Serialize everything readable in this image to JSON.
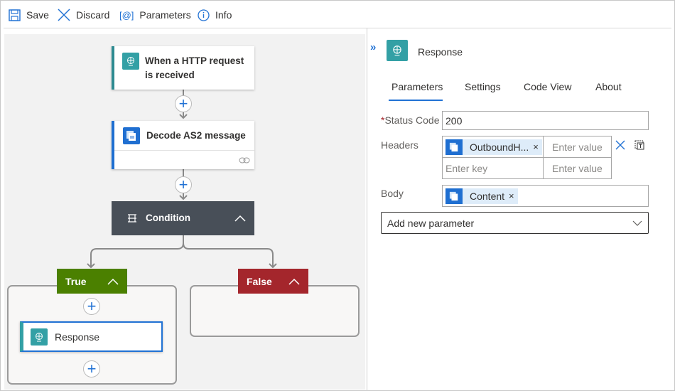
{
  "toolbar": {
    "save": "Save",
    "discard": "Discard",
    "parameters": "Parameters",
    "info": "Info"
  },
  "flow": {
    "trigger": {
      "title_line1": "When a HTTP request",
      "title_line2": "is received"
    },
    "decode": {
      "title": "Decode AS2 message"
    },
    "condition": {
      "title": "Condition"
    },
    "true_branch": {
      "label": "True",
      "action": "Response"
    },
    "false_branch": {
      "label": "False"
    }
  },
  "panel": {
    "title": "Response",
    "tabs": [
      {
        "label": "Parameters",
        "active": true
      },
      {
        "label": "Settings"
      },
      {
        "label": "Code View"
      },
      {
        "label": "About"
      }
    ],
    "status_code": {
      "label": "Status Code",
      "required_mark": "*",
      "value": "200"
    },
    "headers": {
      "label": "Headers",
      "key_token": "OutboundH...",
      "value_placeholder": "Enter value",
      "key_placeholder": "Enter key"
    },
    "body": {
      "label": "Body",
      "token": "Content"
    },
    "add_param": {
      "placeholder": "Add new parameter"
    }
  },
  "colors": {
    "accent": "#0078d4",
    "teal": "#33a0a5",
    "condition": "#484f58",
    "true": "#4b8000",
    "false": "#a4262c"
  }
}
